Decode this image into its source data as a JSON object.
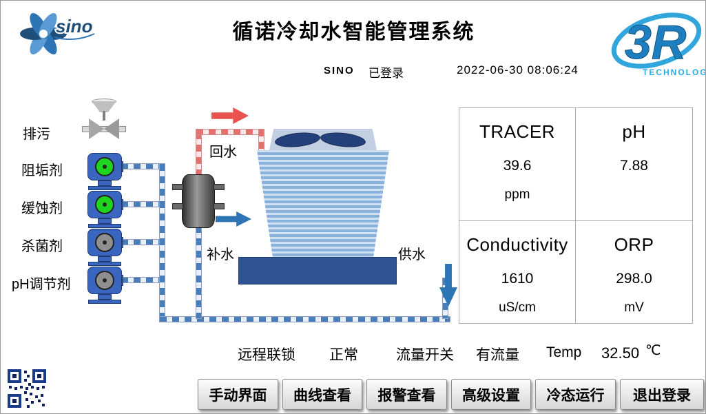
{
  "header": {
    "title": "循诺冷却水智能管理系统",
    "user": "SINO",
    "login_status": "已登录",
    "datetime": "2022-06-30 08:06:24"
  },
  "logos": {
    "sino_text": "sino",
    "r3_text": "3R",
    "r3_sub": "TECHNOLOGY"
  },
  "dosing": {
    "items": [
      {
        "label": "排污",
        "type": "valve",
        "state": "",
        "color": ""
      },
      {
        "label": "阻垢剂",
        "type": "pump",
        "state": "running",
        "color": "#1fd41f"
      },
      {
        "label": "缓蚀剂",
        "type": "pump",
        "state": "running",
        "color": "#1fd41f"
      },
      {
        "label": "杀菌剂",
        "type": "pump",
        "state": "stopped",
        "color": "#8f8f8f"
      },
      {
        "label": "pH调节剂",
        "type": "pump",
        "state": "stopped",
        "color": "#8f8f8f"
      }
    ]
  },
  "diagram": {
    "return_label": "回水",
    "makeup_label": "补水",
    "supply_label": "供水"
  },
  "readings": [
    {
      "name": "TRACER",
      "value": "39.6",
      "unit": "ppm"
    },
    {
      "name": "pH",
      "value": "7.88",
      "unit": ""
    },
    {
      "name": "Conductivity",
      "value": "1610",
      "unit": "uS/cm"
    },
    {
      "name": "ORP",
      "value": "298.0",
      "unit": "mV"
    }
  ],
  "status": {
    "interlock_label": "远程联锁",
    "interlock_value": "正常",
    "flow_label": "流量开关",
    "flow_value": "有流量",
    "temp_label": "Temp",
    "temp_value": "32.50",
    "temp_unit": "℃"
  },
  "buttons": [
    "手动界面",
    "曲线查看",
    "报警查看",
    "高级设置",
    "冷态运行",
    "退出登录"
  ],
  "colors": {
    "pipe_blue": "#4a7ebb",
    "pipe_red": "#e4716d",
    "pump_on": "#1fd41f",
    "pump_off": "#8f8f8f",
    "accent_blue": "#2e75b6",
    "basin_blue": "#2e5496"
  }
}
